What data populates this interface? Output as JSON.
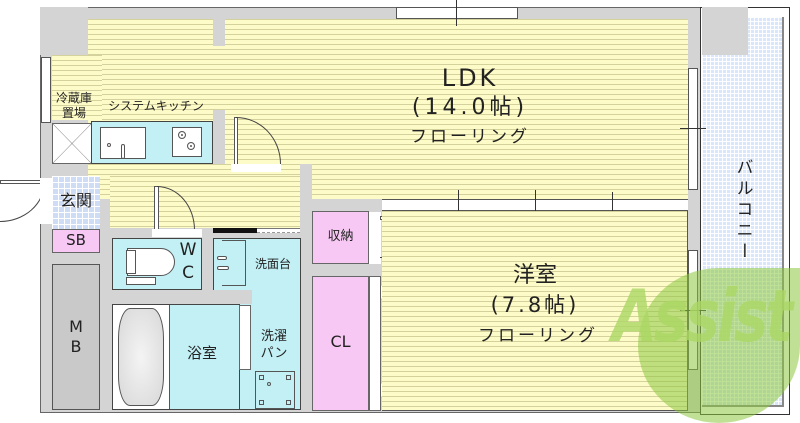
{
  "floor_plan": {
    "rooms": {
      "ldk": {
        "name": "LDK",
        "size": "(14.0帖)",
        "flooring": "フローリング"
      },
      "western_room": {
        "name": "洋室",
        "size": "(7.8帖)",
        "flooring": "フローリング"
      },
      "balcony": {
        "name": "バルコニー"
      },
      "entrance": {
        "name": "玄関"
      },
      "shoe_box": {
        "name": "SB"
      },
      "meter_box": {
        "name": "M\nB",
        "line1": "M",
        "line2": "B"
      },
      "toilet": {
        "line1": "W",
        "line2": "C"
      },
      "washbasin": {
        "name": "洗面台"
      },
      "bathroom": {
        "name": "浴室"
      },
      "laundry_pan": {
        "line1": "洗濯",
        "line2": "パン"
      },
      "storage": {
        "name": "収納"
      },
      "closet": {
        "name": "CL"
      }
    },
    "kitchen": {
      "fridge_space_line1": "冷蔵庫",
      "fridge_space_line2": "置場",
      "system_kitchen": "システムキッチン"
    },
    "watermark": {
      "text": "Assist",
      "color": "#8dc63f",
      "accent": "#f08070"
    },
    "colors": {
      "wall": "#d4d4d4",
      "flooring": "#fdfbc8",
      "wet_area": "#c2f0f4",
      "storage": "#f7c8f3",
      "balcony": "#d9e6fb"
    }
  }
}
